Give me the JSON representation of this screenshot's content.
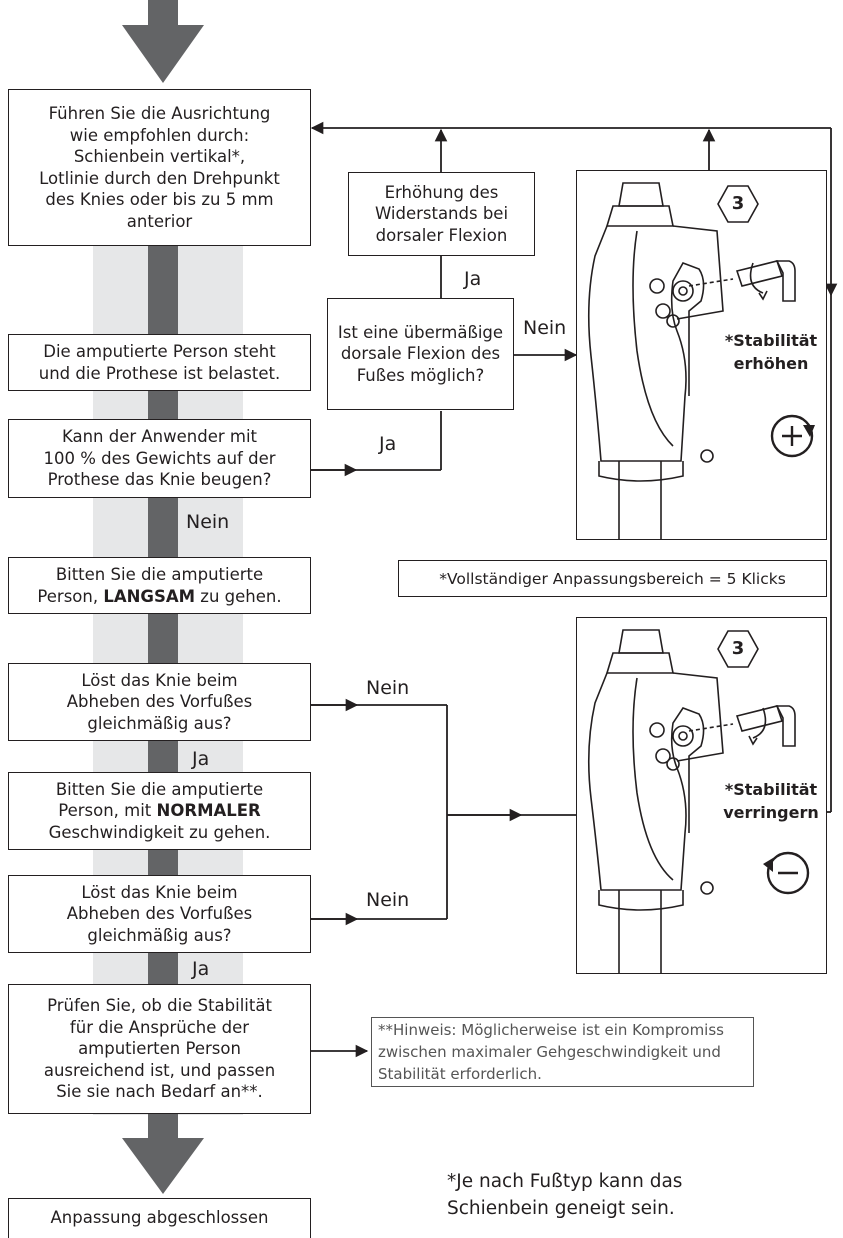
{
  "steps": {
    "s1": [
      "Führen Sie die Ausrichtung",
      "wie empfohlen durch:",
      "Schienbein vertikal*,",
      "Lotlinie durch den Drehpunkt",
      "des Knies oder bis zu 5 mm",
      "anterior"
    ],
    "s2": [
      "Die amputierte Person steht",
      "und die Prothese ist belastet."
    ],
    "s3": [
      "Kann der Anwender mit",
      "100 % des Gewichts auf der",
      "Prothese das Knie beugen?"
    ],
    "s4_pre": "Bitten Sie die amputierte",
    "s4_mid": "Person, ",
    "s4_bold": "LANGSAM",
    "s4_post": " zu gehen.",
    "s5": [
      "Löst das Knie beim",
      "Abheben des Vorfußes",
      "gleichmäßig aus?"
    ],
    "s6_pre": "Bitten Sie die amputierte",
    "s6_mid": "Person, mit ",
    "s6_bold": "NORMALER",
    "s6_post": "Geschwindigkeit zu gehen.",
    "s7": [
      "Löst das Knie beim",
      "Abheben des Vorfußes",
      "gleichmäßig aus?"
    ],
    "s8": [
      "Prüfen Sie, ob die Stabilität",
      "für die Ansprüche der",
      "amputierten Person",
      "ausreichend ist, und passen",
      "Sie sie nach Bedarf an**."
    ],
    "s9": "Anpassung abgeschlossen"
  },
  "side": {
    "q_dorsal": [
      "Ist eine übermäßige",
      "dorsale Flexion des",
      "Fußes möglich?"
    ],
    "increase": [
      "Erhöhung des",
      "Widerstands bei",
      "dorsaler Flexion"
    ]
  },
  "labels": {
    "ja": "Ja",
    "nein": "Nein"
  },
  "panels": {
    "hex": "3",
    "top_stab": [
      "*Stabilität",
      "erhöhen"
    ],
    "bottom_stab": [
      "*Stabilität",
      "verringern"
    ],
    "plus": "+",
    "minus": "−"
  },
  "range_note": "*Vollständiger Anpassungsbereich = 5 Klicks",
  "hint": "**Hinweis: Möglicherweise ist ein Kompromiss zwischen maximaler Gehgeschwindigkeit und Stabilität erforderlich.",
  "footnote": [
    "*Je nach Fußtyp kann das",
    "Schienbein geneigt sein."
  ],
  "colors": {
    "line": "#231f20",
    "spine": "#636466",
    "band": "#e6e7e8",
    "note_text": "#555555"
  }
}
